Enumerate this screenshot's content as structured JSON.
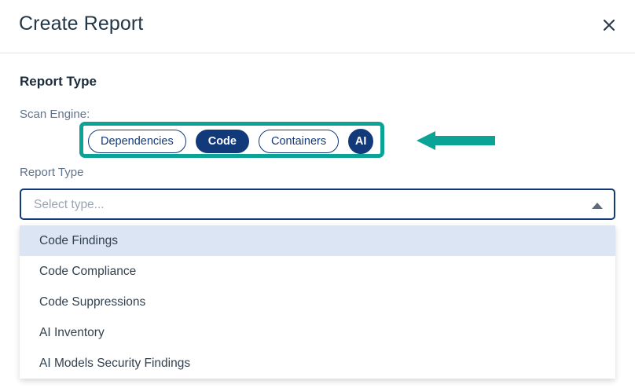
{
  "header": {
    "title": "Create Report",
    "close_icon": "close-icon"
  },
  "body": {
    "section_heading": "Report Type",
    "scan_engine_label": "Scan Engine:",
    "scan_engine_chips": [
      {
        "label": "Dependencies",
        "selected": false,
        "shape": "pill"
      },
      {
        "label": "Code",
        "selected": true,
        "shape": "pill"
      },
      {
        "label": "Containers",
        "selected": false,
        "shape": "pill"
      },
      {
        "label": "AI",
        "selected": true,
        "shape": "round"
      }
    ],
    "field_label": "Report Type",
    "select": {
      "placeholder": "Select type...",
      "value": "",
      "caret_icon": "caret-up-icon",
      "expanded": true
    },
    "options": [
      {
        "label": "Code Findings",
        "highlighted": true
      },
      {
        "label": "Code Compliance",
        "highlighted": false
      },
      {
        "label": "Code Suppressions",
        "highlighted": false
      },
      {
        "label": "AI Inventory",
        "highlighted": false
      },
      {
        "label": "AI Models Security Findings",
        "highlighted": false
      }
    ]
  },
  "annotation": {
    "highlight_color": "#0aa396",
    "arrow_direction": "left",
    "target": "scan-engine-chips"
  },
  "colors": {
    "brand_navy": "#123a7a",
    "accent_teal": "#0aa396",
    "highlight_row": "#dbe5f3",
    "text_dark": "#32414f",
    "text_muted": "#61738a"
  }
}
